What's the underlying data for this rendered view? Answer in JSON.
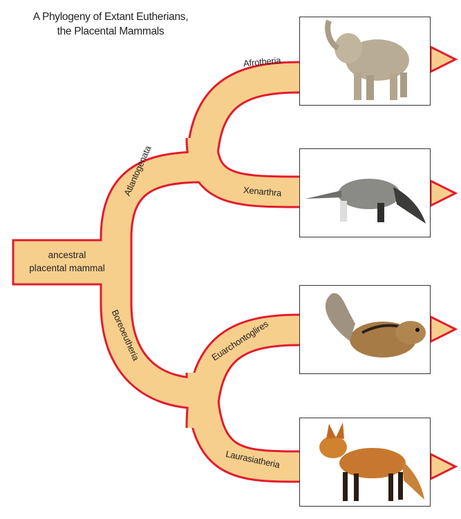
{
  "title": {
    "line1": "A Phylogeny of Extant Eutherians,",
    "line2": "the Placental Mammals"
  },
  "root": {
    "line1": "ancestral",
    "line2": "placental mammal"
  },
  "clades": {
    "atlantogenata": "Atlantogenata",
    "boreoeutheria": "Boreoeutheria",
    "afrotheria": "Afrotheria",
    "xenarthra": "Xenarthra",
    "euarchontoglires": "Euarchontoglires",
    "laurasiatheria": "Laurasiatheria"
  },
  "photos": [
    {
      "subject": "elephant",
      "clade": "Afrotheria"
    },
    {
      "subject": "anteater",
      "clade": "Xenarthra"
    },
    {
      "subject": "chipmunk",
      "clade": "Euarchontoglires"
    },
    {
      "subject": "fox",
      "clade": "Laurasiatheria"
    }
  ],
  "colors": {
    "branch_fill": "#f6cf8d",
    "branch_outline": "#e31b2b"
  }
}
